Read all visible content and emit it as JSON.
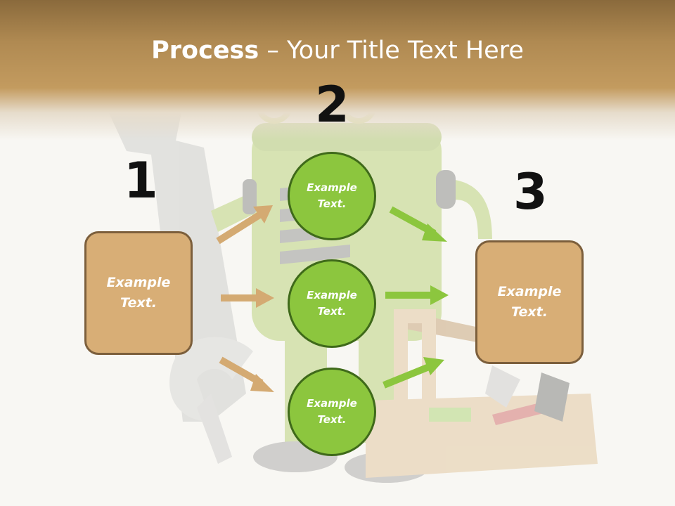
{
  "title": {
    "bold": "Process",
    "rest": " – Your Title Text Here"
  },
  "steps": {
    "one": "1",
    "two": "2",
    "three": "3"
  },
  "boxes": {
    "left": "Example Text.",
    "right": "Example Text."
  },
  "circles": {
    "top": "Example Text.",
    "middle": "Example Text.",
    "bottom": "Example Text."
  },
  "colors": {
    "header": "#b08a52",
    "box_fill": "#d8ae76",
    "circle_fill": "#8cc63e",
    "arrow_tan": "#d4aa72",
    "arrow_green": "#8cc63e"
  }
}
